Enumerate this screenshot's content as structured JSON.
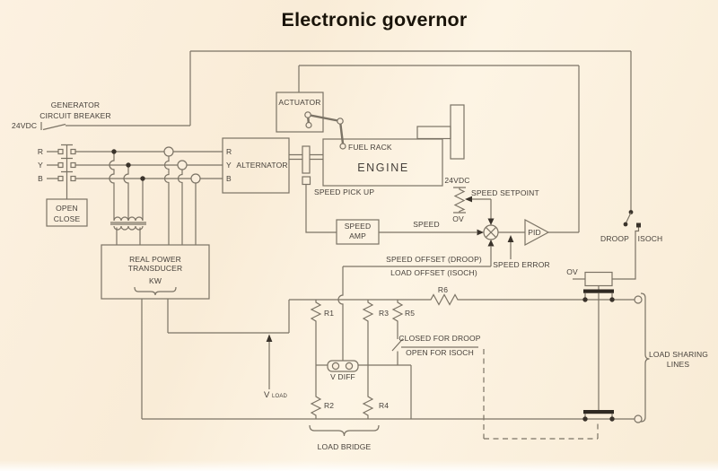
{
  "title": "Electronic governor",
  "colors": {
    "background": "#faeedc",
    "line": "#7b7365",
    "text": "#46403a",
    "title": "#191309",
    "dark": "#3a332b"
  },
  "supply": {
    "dc_label": "24VDC",
    "breaker_line1": "GENERATOR",
    "breaker_line2": "CIRCUIT BREAKER",
    "open": "OPEN",
    "close": "CLOSE"
  },
  "phases": {
    "r": "R",
    "y": "Y",
    "b": "B"
  },
  "alternator": {
    "label": "ALTERNATOR",
    "r": "R",
    "y": "Y",
    "b": "B"
  },
  "engine": {
    "label": "ENGINE",
    "fuel_rack": "FUEL RACK",
    "actuator": "ACTUATOR",
    "speed_pick_up": "SPEED PICK UP"
  },
  "speed_ref": {
    "vdc": "24VDC",
    "ov": "OV",
    "setpoint": "SPEED SETPOINT"
  },
  "control": {
    "speed_amp_1": "SPEED",
    "speed_amp_2": "AMP",
    "speed": "SPEED",
    "pid": "PID",
    "speed_error": "SPEED ERROR",
    "droop": "DROOP",
    "isoch": "ISOCH",
    "speed_offset": "SPEED OFFSET (DROOP)",
    "load_offset": "LOAD OFFSET (ISOCH)",
    "ov": "OV"
  },
  "transducer": {
    "line1": "REAL POWER",
    "line2": "TRANSDUCER",
    "kw": "KW"
  },
  "bridge": {
    "r1": "R1",
    "r2": "R2",
    "r3": "R3",
    "r4": "R4",
    "r5": "R5",
    "r6": "R6",
    "closed_for_droop": "CLOSED FOR DROOP",
    "open_for_isoch": "OPEN FOR ISOCH",
    "v_diff": "V DIFF",
    "v_load": "V",
    "v_load_sub": "LOAD",
    "load_bridge": "LOAD BRIDGE"
  },
  "load_sharing": {
    "line1": "LOAD SHARING",
    "line2": "LINES"
  }
}
